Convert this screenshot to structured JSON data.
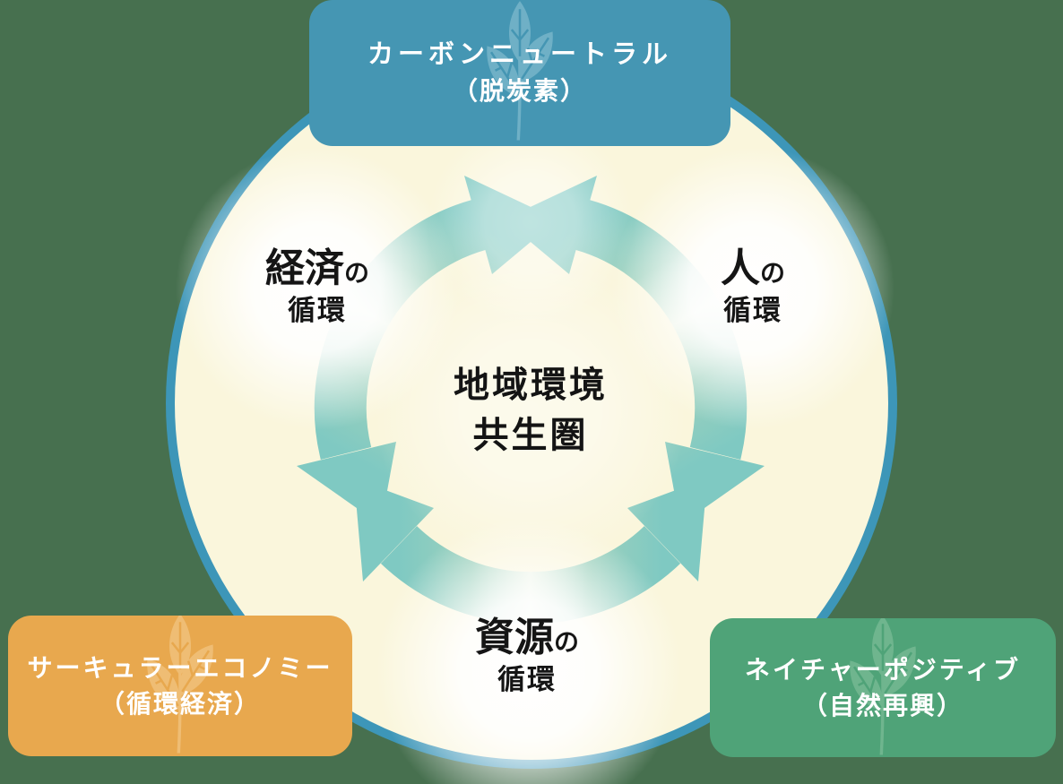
{
  "canvas": {
    "background_color": "#47704F"
  },
  "circle": {
    "fill_color": "#FAF6DC",
    "border_color": "#3D96B8"
  },
  "center_label": {
    "line1": "地域環境",
    "line2": "共生圏"
  },
  "cycle_labels": {
    "economy": {
      "main": "経済",
      "particle": "の",
      "sub": "循環"
    },
    "people": {
      "main": "人",
      "particle": "の",
      "sub": "循環"
    },
    "resources": {
      "main": "資源",
      "particle": "の",
      "sub": "循環"
    }
  },
  "arrows": {
    "teal_color": "#7FC9C2",
    "green_color": "#9DD1BD",
    "pale_color": "#EAF3E4"
  },
  "boxes": {
    "carbon_neutral": {
      "line1": "カーボンニュートラル",
      "line2": "（脱炭素）",
      "background_color": "#4596B3",
      "leaf_tint_color": "#6FB0C6"
    },
    "circular_economy": {
      "line1": "サーキュラーエコノミー",
      "line2": "（循環経済）",
      "background_color": "#E8A84E",
      "leaf_tint_color": "#EFBD74"
    },
    "nature_positive": {
      "line1": "ネイチャーポジティブ",
      "line2": "（自然再興）",
      "background_color": "#4FA378",
      "leaf_tint_color": "#6FB58E"
    }
  }
}
